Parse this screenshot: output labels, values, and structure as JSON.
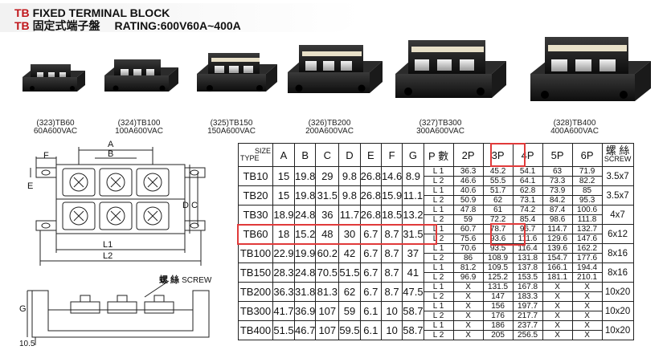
{
  "header": {
    "line1_code": "TB",
    "line1_text": "FIXED TERMINAL BLOCK",
    "line2_code": "TB",
    "line2_cn": "固定式端子盤",
    "line2_rating": "RATING:600V60A~400A"
  },
  "products": [
    {
      "code": "(323)TB60",
      "rating": "60A600VAC"
    },
    {
      "code": "(324)TB100",
      "rating": "100A600VAC"
    },
    {
      "code": "(325)TB150",
      "rating": "150A600VAC"
    },
    {
      "code": "(326)TB200",
      "rating": "200A600VAC"
    },
    {
      "code": "(327)TB300",
      "rating": "300A600VAC"
    },
    {
      "code": "(328)TB400",
      "rating": "400A600VAC"
    }
  ],
  "drawing": {
    "labels": {
      "a": "A",
      "b": "B",
      "c": "C",
      "d": "D",
      "e": "E",
      "f": "F",
      "g": "G",
      "l1": "L1",
      "l2": "L2",
      "h": "10.5"
    },
    "screw_cn": "螺 絲",
    "screw_en": "SCREW"
  },
  "table": {
    "diag_top": "SIZE",
    "diag_bottom": "TYPE",
    "dim_headers": [
      "A",
      "B",
      "C",
      "D",
      "E",
      "F",
      "G"
    ],
    "pole_header": "P 數",
    "pole_cols": [
      "2P",
      "3P",
      "4P",
      "5P",
      "6P"
    ],
    "screw_header_cn": "螺 絲",
    "screw_header_en": "SCREW",
    "rows": [
      {
        "model": "TB10",
        "dims": [
          "15",
          "19.8",
          "29",
          "9.8",
          "26.8",
          "14.6",
          "8.9"
        ],
        "l1": [
          "36.3",
          "45.2",
          "54.1",
          "63",
          "71.9"
        ],
        "l2": [
          "46.6",
          "55.5",
          "64.1",
          "73.3",
          "82.2"
        ],
        "screw": "3.5x7"
      },
      {
        "model": "TB20",
        "dims": [
          "15",
          "19.8",
          "31.5",
          "9.8",
          "26.8",
          "15.9",
          "11.1"
        ],
        "l1": [
          "40.6",
          "51.7",
          "62.8",
          "73.9",
          "85"
        ],
        "l2": [
          "50.9",
          "62",
          "73.1",
          "84.2",
          "95.3"
        ],
        "screw": "3.5x7"
      },
      {
        "model": "TB30",
        "dims": [
          "18.9",
          "24.8",
          "36",
          "11.7",
          "26.8",
          "18.5",
          "13.2"
        ],
        "l1": [
          "47.8",
          "61",
          "74.2",
          "87.4",
          "100.6"
        ],
        "l2": [
          "59",
          "72.2",
          "85.4",
          "98.6",
          "111.8"
        ],
        "screw": "4x7"
      },
      {
        "model": "TB60",
        "dims": [
          "18",
          "15.2",
          "48",
          "30",
          "6.7",
          "8.7",
          "31.5"
        ],
        "l1": [
          "60.7",
          "78.7",
          "96.7",
          "114.7",
          "132.7"
        ],
        "l2": [
          "75.6",
          "93.6",
          "111.6",
          "129.6",
          "147.6"
        ],
        "screw": "6x12"
      },
      {
        "model": "TB100",
        "dims": [
          "22.9",
          "19.9",
          "60.2",
          "42",
          "6.7",
          "8.7",
          "37"
        ],
        "l1": [
          "70.6",
          "93.5",
          "116.4",
          "139.6",
          "162.2"
        ],
        "l2": [
          "86",
          "108.9",
          "131.8",
          "154.7",
          "177.6"
        ],
        "screw": "8x16"
      },
      {
        "model": "TB150",
        "dims": [
          "28.3",
          "24.8",
          "70.5",
          "51.5",
          "6.7",
          "8.7",
          "41"
        ],
        "l1": [
          "81.2",
          "109.5",
          "137.8",
          "166.1",
          "194.4"
        ],
        "l2": [
          "96.9",
          "125.2",
          "153.5",
          "181.1",
          "210.1"
        ],
        "screw": "8x16"
      },
      {
        "model": "TB200",
        "dims": [
          "36.3",
          "31.8",
          "81.3",
          "62",
          "6.7",
          "8.7",
          "47.5"
        ],
        "l1": [
          "X",
          "131.5",
          "167.8",
          "X",
          "X"
        ],
        "l2": [
          "X",
          "147",
          "183.3",
          "X",
          "X"
        ],
        "screw": "10x20"
      },
      {
        "model": "TB300",
        "dims": [
          "41.7",
          "36.9",
          "107",
          "59",
          "6.1",
          "10",
          "58.7"
        ],
        "l1": [
          "X",
          "156",
          "197.7",
          "X",
          "X"
        ],
        "l2": [
          "X",
          "176",
          "217.7",
          "X",
          "X"
        ],
        "screw": "10x20"
      },
      {
        "model": "TB400",
        "dims": [
          "51.5",
          "46.7",
          "107",
          "59.5",
          "6.1",
          "10",
          "58.7"
        ],
        "l1": [
          "X",
          "186",
          "237.7",
          "X",
          "X"
        ],
        "l2": [
          "X",
          "205",
          "256.5",
          "X",
          "X"
        ],
        "screw": "10x20"
      }
    ],
    "l1_label": "L 1",
    "l2_label": "L 2",
    "highlight_color": "#e03a3a"
  }
}
